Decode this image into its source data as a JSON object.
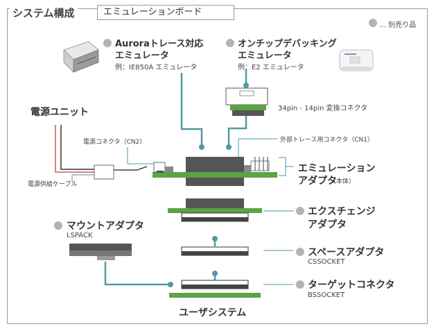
{
  "header": {
    "title": "システム構成",
    "subtitle": "エミュレーションボード"
  },
  "legend": {
    "text": "… 別売り品"
  },
  "emulators": {
    "aurora_title_l1": "Auroraトレース対応",
    "aurora_title_l2": "エミュレータ",
    "aurora_example": "例：IE850A エミュレータ",
    "onchip_title_l1": "オンチップデバッキング",
    "onchip_title_l2": "エミュレータ",
    "onchip_example": "例：E2 エミュレータ"
  },
  "labels": {
    "conversion_connector": "34pin - 14pin 変換コネクタ",
    "power_unit": "電源ユニット",
    "power_connector": "電源コネクタ（CN2）",
    "ext_trace_connector": "外部トレース用コネクタ（CN1）",
    "power_cable": "電源供給ケーブル",
    "emu_adapter_l1": "エミュレーション",
    "emu_adapter_l2": "アダプタ",
    "emu_adapter_body": "（本体）",
    "exchange_l1": "エクスチェンジ",
    "exchange_l2": "アダプタ",
    "mount_adapter": "マウントアダプタ",
    "mount_adapter_sub": "LSPACK",
    "space_adapter": "スペースアダプタ",
    "space_adapter_sub": "CSSOCKET",
    "target_connector": "ターゲットコネクタ",
    "target_connector_sub": "BSSOCKET",
    "user_system": "ユーザシステム"
  },
  "colors": {
    "accent_teal": "#4f9aa3",
    "board_green": "#5aa442",
    "legend_gray": "#b3b3b3",
    "cable_red": "#e08080",
    "frame_gray": "#999999"
  }
}
